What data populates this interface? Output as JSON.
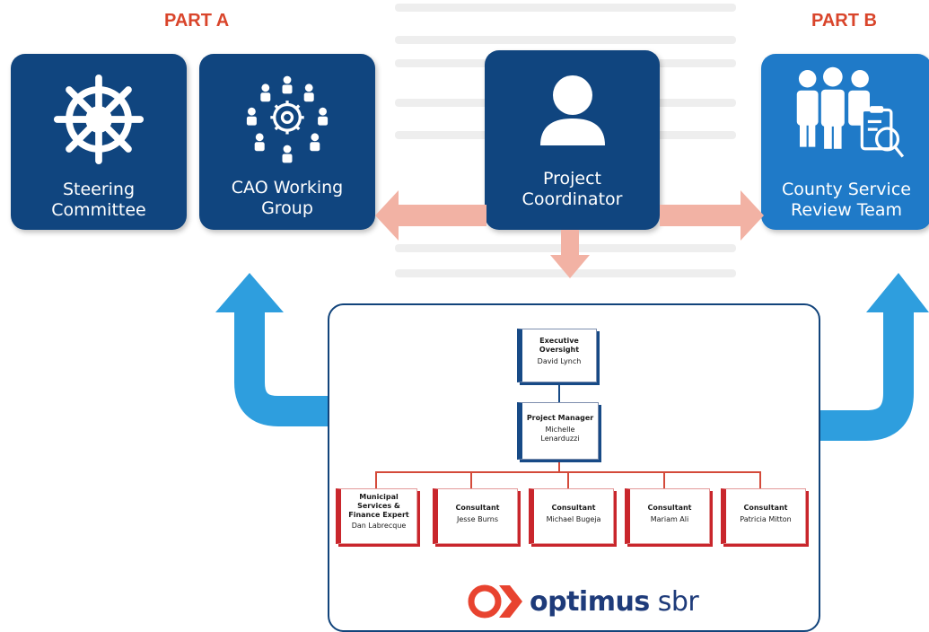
{
  "parts": {
    "a": "PART A",
    "b": "PART B"
  },
  "tiles": {
    "steering": "Steering Committee",
    "cao": "CAO Working Group",
    "coordinator": "Project Coordinator",
    "county": "County Service Review Team"
  },
  "org": {
    "executive": {
      "title": "Executive Oversight",
      "name": "David Lynch"
    },
    "manager": {
      "title": "Project Manager",
      "name": "Michelle Lenarduzzi"
    },
    "consultants": [
      {
        "title": "Municipal Services & Finance Expert",
        "name": "Dan Labrecque"
      },
      {
        "title": "Consultant",
        "name": "Jesse Burns"
      },
      {
        "title": "Consultant",
        "name": "Michael Bugeja"
      },
      {
        "title": "Consultant",
        "name": "Mariam Ali"
      },
      {
        "title": "Consultant",
        "name": "Patricia Mitton"
      }
    ]
  },
  "logo": {
    "word1": "optimus",
    "word2": "sbr"
  },
  "colors": {
    "dark_blue": "#10457f",
    "light_blue": "#1f7ac8",
    "accent_red": "#d9452b",
    "arrow_pink": "#f2b2a4",
    "arrow_blue": "#2e9ede"
  }
}
